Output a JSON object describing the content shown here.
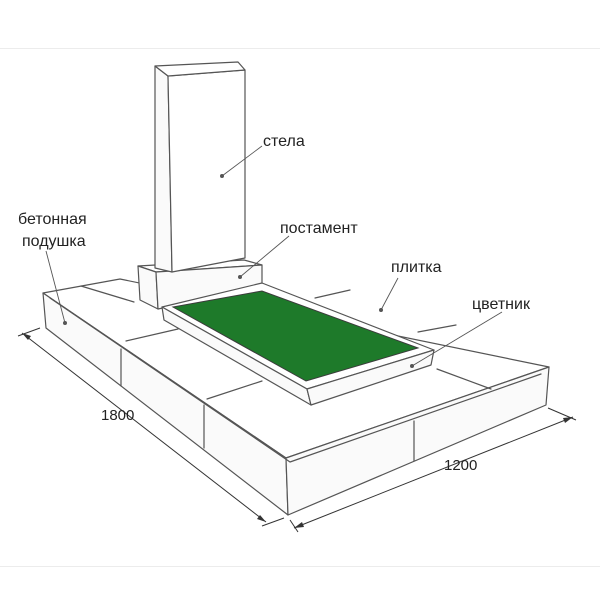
{
  "labels": {
    "stela": "стела",
    "pedestal": "постамент",
    "tile": "плитка",
    "flowerbed": "цветник",
    "concrete_pad_line1": "бетонная",
    "concrete_pad_line2": "подушка"
  },
  "dimensions": {
    "length": "1800",
    "width": "1200"
  },
  "colors": {
    "flowerbed_fill": "#1e7a2a",
    "outline": "#555555"
  }
}
